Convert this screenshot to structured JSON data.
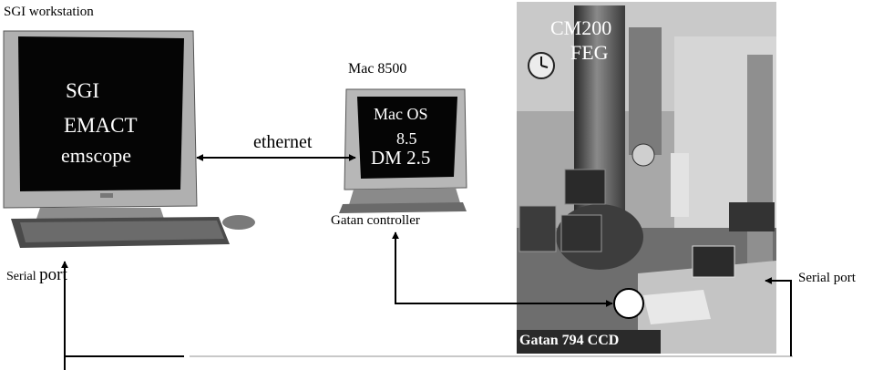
{
  "sgi": {
    "title": "SGI workstation",
    "screen_line1": "SGI",
    "screen_line2": "EMACT",
    "screen_line3": "emscope",
    "port_label_a": "Serial ",
    "port_label_b": "port"
  },
  "link": {
    "label": "ethernet"
  },
  "mac": {
    "title": "Mac  8500",
    "screen_line1": "Mac OS",
    "screen_line2": "8.5",
    "screen_line3": "DM 2.5",
    "controller_label": "Gatan controller"
  },
  "microscope": {
    "name_line1": "CM200",
    "name_line2": "FEG",
    "camera_label": "Gatan 794 CCD",
    "port_label": "Serial port"
  }
}
